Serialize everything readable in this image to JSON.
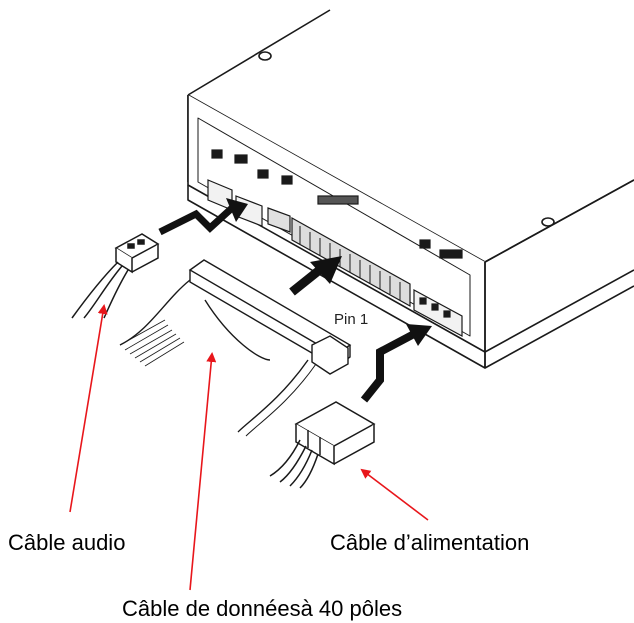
{
  "labels": {
    "audio_cable": "Câble audio",
    "power_cable": "Câble d’alimentation",
    "data_cable": "Câble de donnéesà 40 pôles",
    "pin1": "Pin 1"
  },
  "colors": {
    "arrow": "#e8161b",
    "line": "#1a1a1a",
    "background": "#ffffff"
  }
}
